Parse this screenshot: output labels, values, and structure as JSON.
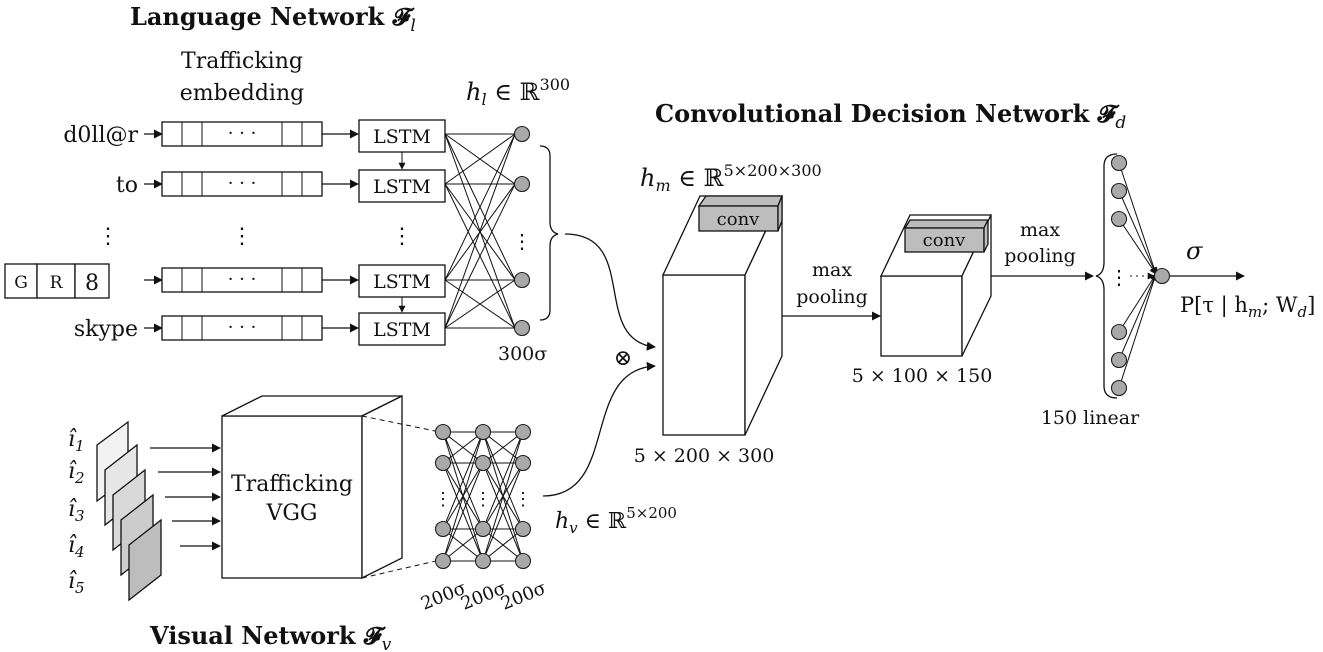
{
  "language_network": {
    "title": "Language Network 𝓕",
    "title_sub": "l",
    "embedding_label_line1": "Trafficking",
    "embedding_label_line2": "embedding",
    "hidden_label_main": "h",
    "hidden_label_sub": "l",
    "hidden_label_rest": " ∈ ℝ",
    "hidden_label_sup": "300",
    "inputs": [
      "d0ll@r",
      "to",
      "skype"
    ],
    "glyph_tokens": [
      "G",
      "R",
      "8"
    ],
    "cell_label": "LSTM",
    "ellipsis": "· · ·",
    "activation_label": "300σ"
  },
  "visual_network": {
    "title": "Visual Network 𝓕",
    "title_sub": "v",
    "image_labels": [
      "î",
      "î",
      "î",
      "î",
      "î"
    ],
    "image_subs": [
      "1",
      "2",
      "3",
      "4",
      "5"
    ],
    "vgg_line1": "Trafficking",
    "vgg_line2": "VGG",
    "layer_labels": [
      "200σ",
      "200σ",
      "200σ"
    ],
    "hidden_label_main": "h",
    "hidden_label_sub": "v",
    "hidden_label_rest": " ∈ ℝ",
    "hidden_label_sup": "5×200"
  },
  "fusion": {
    "operator": "⊗"
  },
  "decision_network": {
    "title": "Convolutional Decision Network 𝓕",
    "title_sub": "d",
    "hm_main": "h",
    "hm_sub": "m",
    "hm_rest": " ∈ ℝ",
    "hm_sup": "5×200×300",
    "conv_label": "conv",
    "conv_label_2": "conv",
    "block1_dims": "5 × 200 × 300",
    "block2_dims": "5 × 100 × 150",
    "pool1_line1": "max",
    "pool1_line2": "pooling",
    "pool2_line1": "max",
    "pool2_line2": "pooling",
    "linear_label": "150 linear",
    "sigma": "σ",
    "output_label": "P[τ | h",
    "output_sub1": "m",
    "output_mid": "; W",
    "output_sub2": "d",
    "output_end": "]"
  }
}
